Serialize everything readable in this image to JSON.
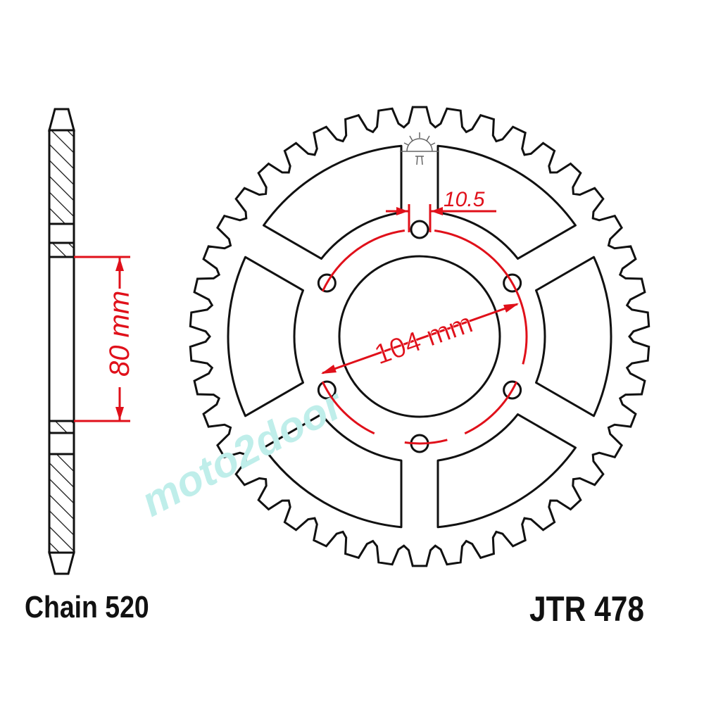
{
  "title": "JTR 478",
  "chain_label": "Chain 520",
  "dimensions": {
    "bore_height": "80 mm",
    "pcd": "104 mm",
    "bolt_hole": "10.5"
  },
  "watermark": "moto2door",
  "colors": {
    "outline": "#111111",
    "dimension": "#e0101a",
    "watermark": "#bfeeea"
  },
  "bolt_holes": 6,
  "icons": {
    "symbol": "surface-finish-symbol"
  }
}
